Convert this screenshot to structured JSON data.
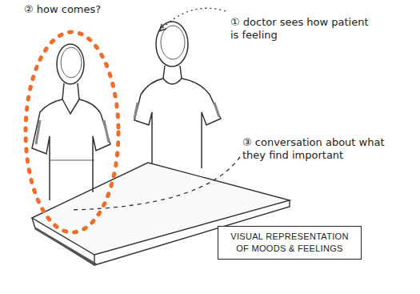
{
  "diagram": {
    "nodes": [
      {
        "text": [
          "VISUAL REPRESENTATION OF MOODS & FEELINGS"
        ]
      }
    ],
    "labels": [
      "② how comes?",
      "① doctor sees how patient is feeling",
      "③ conversation about what they find important"
    ]
  }
}
